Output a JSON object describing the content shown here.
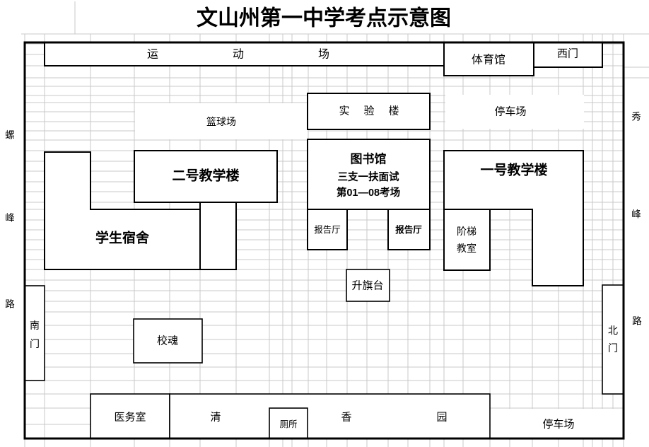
{
  "title": "文山州第一中学考点示意图",
  "roads": {
    "left": {
      "chars": [
        "螺",
        "峰",
        "路"
      ]
    },
    "right": {
      "chars": [
        "秀",
        "峰",
        "路"
      ]
    }
  },
  "areas": {
    "playground": {
      "chars": [
        "运",
        "动",
        "场"
      ]
    },
    "gym": {
      "label": "体育馆"
    },
    "west_gate": {
      "label": "西门"
    },
    "basketball_court": {
      "label": "篮球场"
    },
    "parking_top": {
      "label": "停车场"
    },
    "lab_building": {
      "chars": [
        "实",
        "验",
        "楼"
      ]
    },
    "library": {
      "line1": "图书馆",
      "line2": "三支一扶面试",
      "line3": "第01—08考场"
    },
    "teaching_no2": {
      "label": "二号教学楼"
    },
    "teaching_no1": {
      "label": "一号教学楼"
    },
    "dormitory": {
      "label": "学生宿舍"
    },
    "lecture_hall_left": {
      "label": "报告厅"
    },
    "lecture_hall_right": {
      "label": "报告厅"
    },
    "tiered_classroom": {
      "line1": "阶梯",
      "line2": "教室"
    },
    "flag_platform": {
      "label": "升旗台"
    },
    "south_gate": {
      "chars": [
        "南",
        "门"
      ]
    },
    "school_soul": {
      "label": "校魂"
    },
    "north_gate": {
      "chars": [
        "北",
        "门"
      ]
    },
    "medical_room": {
      "label": "医务室"
    },
    "garden": {
      "chars": [
        "清",
        "香",
        "园"
      ]
    },
    "toilet": {
      "label": "厕所"
    },
    "parking_bottom": {
      "label": "停车场"
    }
  },
  "colors": {
    "garden_green": "#CCFFCC",
    "flag_red": "#FF0000",
    "gridline": "#C8C8C8",
    "border": "#000000"
  }
}
